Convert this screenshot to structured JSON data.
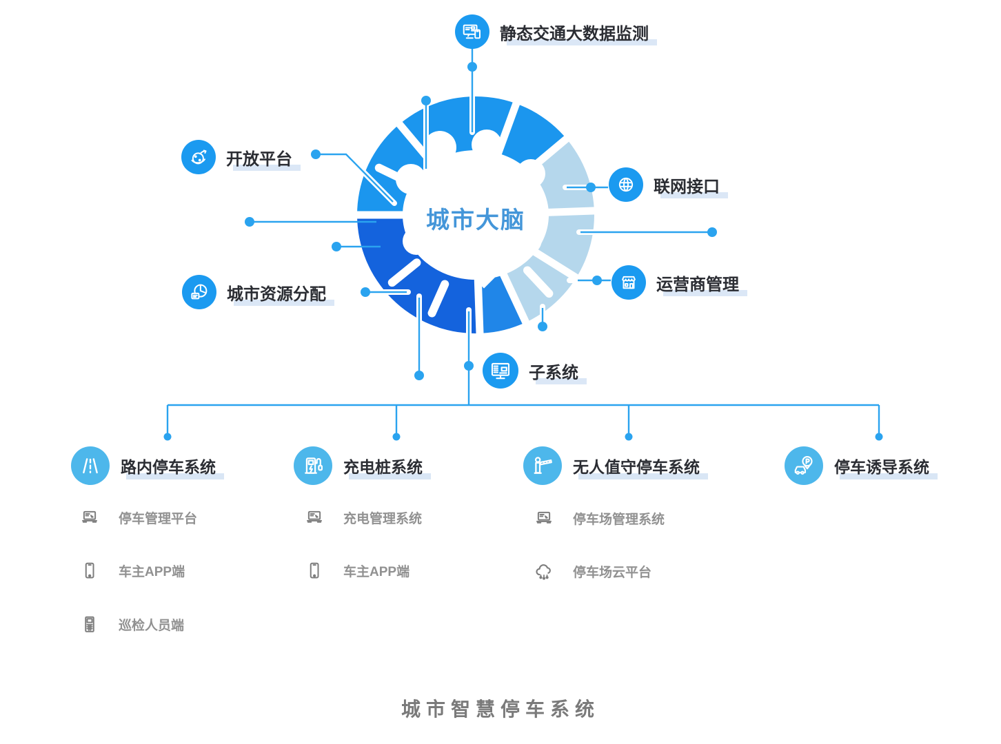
{
  "title": "城市智慧停车系统",
  "center": {
    "label": "城市大脑"
  },
  "hub_nodes": [
    {
      "label": "静态交通大数据监测",
      "icon": "traffic-data-monitor-icon"
    },
    {
      "label": "开放平台",
      "icon": "open-platform-icon"
    },
    {
      "label": "联网接口",
      "icon": "network-interface-icon"
    },
    {
      "label": "城市资源分配",
      "icon": "resource-allocation-icon"
    },
    {
      "label": "运营商管理",
      "icon": "operator-management-icon"
    },
    {
      "label": "子系统",
      "icon": "subsystem-icon"
    }
  ],
  "branches": [
    {
      "label": "路内停车系统",
      "icon": "road-icon",
      "children": [
        {
          "label": "停车管理平台",
          "icon": "laptop-icon"
        },
        {
          "label": "车主APP端",
          "icon": "smartphone-icon"
        },
        {
          "label": "巡检人员端",
          "icon": "handheld-terminal-icon"
        }
      ]
    },
    {
      "label": "充电桩系统",
      "icon": "ev-charger-icon",
      "children": [
        {
          "label": "充电管理系统",
          "icon": "laptop-icon"
        },
        {
          "label": "车主APP端",
          "icon": "smartphone-icon"
        }
      ]
    },
    {
      "label": "无人值守停车系统",
      "icon": "barrier-gate-icon",
      "children": [
        {
          "label": "停车场管理系统",
          "icon": "laptop-icon"
        },
        {
          "label": "停车场云平台",
          "icon": "cloud-icon"
        }
      ]
    },
    {
      "label": "停车诱导系统",
      "icon": "parking-guidance-icon",
      "children": []
    }
  ],
  "colors": {
    "node_blue": "#1b9af0",
    "branch_blue": "#4db7eb",
    "line_blue": "#2aa3ef",
    "ring_bright": "#1b96ee",
    "ring_light": "#b5d7ec",
    "ring_dark": "#1463dd",
    "highlight": "#dbe7f6",
    "dark_text": "#2b2d33",
    "gray_text": "#919191",
    "center_text": "#4496d9"
  }
}
